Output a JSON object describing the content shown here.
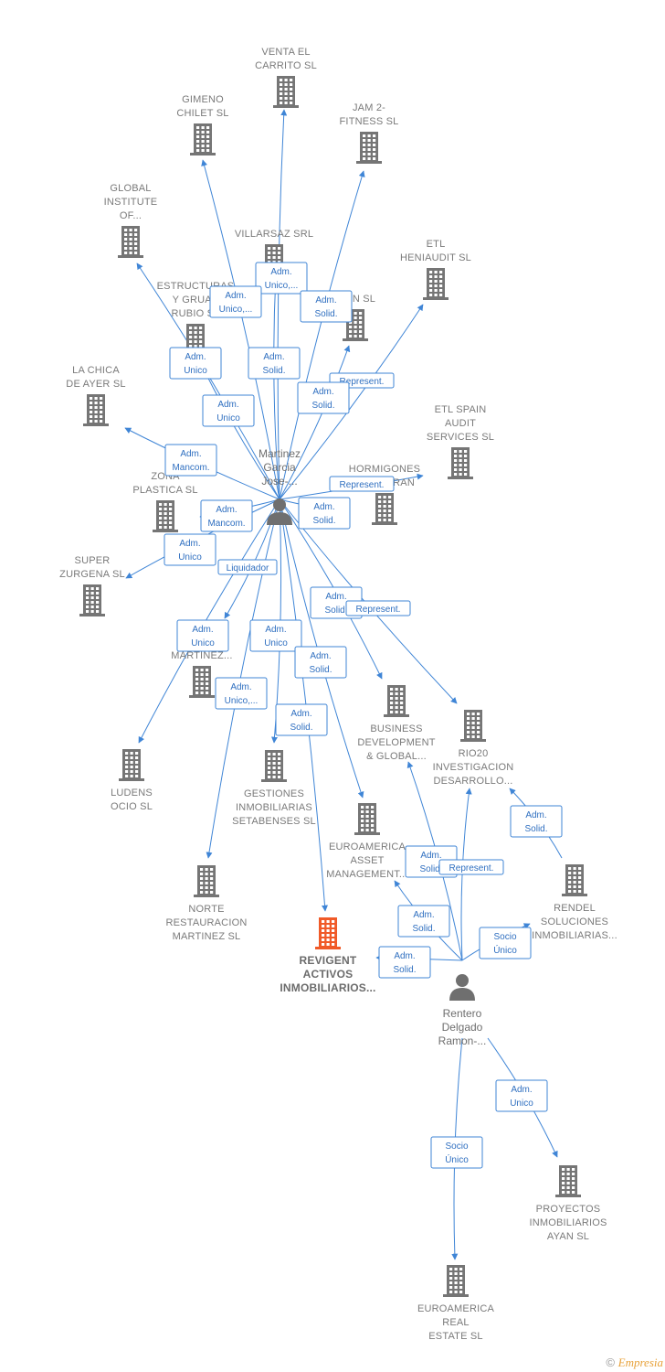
{
  "colors": {
    "edge": "#3f85d6",
    "building": "#757575",
    "highlight": "#f05a28",
    "person": "#6f6f6f"
  },
  "people": [
    {
      "id": "p1",
      "lines": [
        "Martinez",
        "Garcia",
        "Jose-..."
      ]
    },
    {
      "id": "p2",
      "lines": [
        "Rentero",
        "Delgado",
        "Ramon-..."
      ]
    }
  ],
  "companies": [
    {
      "id": "venta",
      "lines": [
        "VENTA EL",
        "CARRITO  SL"
      ]
    },
    {
      "id": "gimeno",
      "lines": [
        "GIMENO",
        "CHILET SL"
      ]
    },
    {
      "id": "jam",
      "lines": [
        "JAM 2-",
        "FITNESS SL"
      ]
    },
    {
      "id": "global",
      "lines": [
        "GLOBAL",
        "INSTITUTE",
        "OF..."
      ]
    },
    {
      "id": "villarsaz",
      "lines": [
        "VILLARSAZ SRL"
      ]
    },
    {
      "id": "etlhen",
      "lines": [
        "ETL",
        "HENIAUDIT  SL"
      ]
    },
    {
      "id": "estructuras",
      "lines": [
        "ESTRUCTURAS",
        "Y GRUAS",
        "RUBIO SL"
      ]
    },
    {
      "id": "suin",
      "lines": [
        "SUIN  SL"
      ]
    },
    {
      "id": "chica",
      "lines": [
        "LA CHICA",
        "DE AYER SL"
      ]
    },
    {
      "id": "etlspain",
      "lines": [
        "ETL SPAIN",
        "AUDIT",
        "SERVICES  SL"
      ]
    },
    {
      "id": "hormigones",
      "lines": [
        "HORMIGONES",
        "ALMICERAN"
      ]
    },
    {
      "id": "zona",
      "lines": [
        "ZONA",
        "PLASTICA  SL"
      ]
    },
    {
      "id": "super",
      "lines": [
        "SUPER",
        "ZURGENA  SL"
      ]
    },
    {
      "id": "amartinez",
      "lines": [
        "A",
        "MARTINEZ..."
      ]
    },
    {
      "id": "business",
      "lines": [
        "BUSINESS",
        "DEVELOPMENT",
        "& GLOBAL..."
      ]
    },
    {
      "id": "rio20",
      "lines": [
        "RIO20",
        "INVESTIGACION",
        "DESARROLLO..."
      ]
    },
    {
      "id": "ludens",
      "lines": [
        "LUDENS",
        "OCIO SL"
      ]
    },
    {
      "id": "gestiones",
      "lines": [
        "GESTIONES",
        "INMOBILIARIAS",
        "SETABENSES SL"
      ]
    },
    {
      "id": "euroasset",
      "lines": [
        "EUROAMERICA",
        "ASSET",
        "MANAGEMENT..."
      ]
    },
    {
      "id": "rendel",
      "lines": [
        "RENDEL",
        "SOLUCIONES",
        "INMOBILIARIAS..."
      ]
    },
    {
      "id": "norte",
      "lines": [
        "NORTE",
        "RESTAURACION",
        "MARTINEZ  SL"
      ]
    },
    {
      "id": "revigent",
      "lines": [
        "REVIGENT",
        "ACTIVOS",
        "INMOBILIARIOS..."
      ]
    },
    {
      "id": "proyectos",
      "lines": [
        "PROYECTOS",
        "INMOBILIARIOS",
        "AYAN SL"
      ]
    },
    {
      "id": "eurorealestate",
      "lines": [
        "EUROAMERICA",
        "REAL",
        "ESTATE  SL"
      ]
    }
  ],
  "relations": [
    {
      "from": "p1",
      "to": "venta",
      "lines": [
        "Adm.",
        "Unico,..."
      ]
    },
    {
      "from": "p1",
      "to": "gimeno",
      "lines": [
        "Adm.",
        "Unico,..."
      ]
    },
    {
      "from": "p1",
      "to": "jam",
      "lines": [
        "Adm.",
        "Solid."
      ]
    },
    {
      "from": "p1",
      "to": "global",
      "lines": [
        "Adm.",
        "Unico"
      ]
    },
    {
      "from": "p1",
      "to": "villarsaz",
      "lines": [
        "Adm.",
        "Solid."
      ]
    },
    {
      "from": "p1",
      "to": "etlhen",
      "lines": [
        "Represent."
      ]
    },
    {
      "from": "p1",
      "to": "estructuras",
      "lines": [
        "Adm.",
        "Unico"
      ]
    },
    {
      "from": "p1",
      "to": "suin",
      "lines": [
        "Adm.",
        "Solid."
      ]
    },
    {
      "from": "p1",
      "to": "chica",
      "lines": [
        "Adm.",
        "Mancom."
      ]
    },
    {
      "from": "p1",
      "to": "etlspain",
      "lines": [
        "Represent."
      ]
    },
    {
      "from": "p1",
      "to": "hormigones",
      "lines": [
        "Adm.",
        "Solid."
      ]
    },
    {
      "from": "p1",
      "to": "zona",
      "lines": [
        "Adm.",
        "Mancom."
      ]
    },
    {
      "from": "p1",
      "to": "super",
      "lines": [
        "Adm.",
        "Unico"
      ]
    },
    {
      "from": "p1",
      "to": "amartinez",
      "lines": [
        "Liquidador"
      ]
    },
    {
      "from": "p1",
      "to": "ludens",
      "lines": [
        "Adm.",
        "Unico"
      ]
    },
    {
      "from": "p1",
      "to": "gestiones",
      "lines": [
        "Adm.",
        "Unico"
      ]
    },
    {
      "from": "p1",
      "to": "norte",
      "lines": [
        "Adm.",
        "Unico,..."
      ]
    },
    {
      "from": "p1",
      "to": "revigent",
      "lines": [
        "Adm.",
        "Solid."
      ]
    },
    {
      "from": "p1",
      "to": "euroasset",
      "lines": [
        "Adm.",
        "Solid."
      ]
    },
    {
      "from": "p1",
      "to": "business",
      "lines": [
        "Adm.",
        "Solid."
      ]
    },
    {
      "from": "p1",
      "to": "rio20",
      "lines": [
        "Represent."
      ]
    },
    {
      "from": "p2",
      "to": "business",
      "lines": [
        "Adm.",
        "Solid."
      ]
    },
    {
      "from": "p2",
      "to": "rio20",
      "lines": [
        "Represent."
      ]
    },
    {
      "from": "rendel",
      "to": "rio20",
      "lines": [
        "Adm.",
        "Solid."
      ]
    },
    {
      "from": "p2",
      "to": "euroasset",
      "lines": [
        "Adm.",
        "Solid."
      ]
    },
    {
      "from": "p2",
      "to": "revigent",
      "lines": [
        "Adm.",
        "Solid."
      ]
    },
    {
      "from": "p2",
      "to": "rendel",
      "lines": [
        "Socio",
        "Único"
      ]
    },
    {
      "from": "p2",
      "to": "proyectos",
      "lines": [
        "Adm.",
        "Unico"
      ]
    },
    {
      "from": "p2",
      "to": "eurorealestate",
      "lines": [
        "Socio",
        "Único"
      ]
    }
  ],
  "highlight_company": "revigent",
  "footer": {
    "copyright": "©",
    "brand": "Empresia"
  }
}
